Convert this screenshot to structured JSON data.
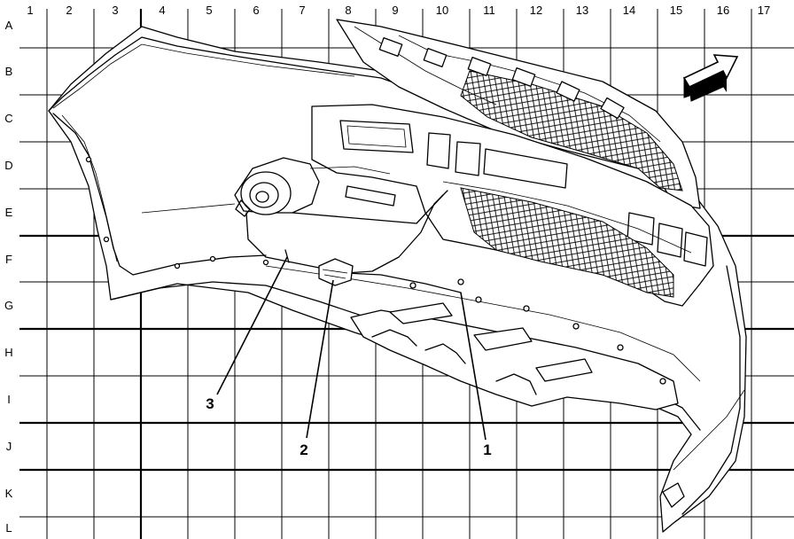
{
  "grid": {
    "columns": [
      "1",
      "2",
      "3",
      "4",
      "5",
      "6",
      "7",
      "8",
      "9",
      "10",
      "11",
      "12",
      "13",
      "14",
      "15",
      "16",
      "17"
    ],
    "rows": [
      "A",
      "B",
      "C",
      "D",
      "E",
      "F",
      "G",
      "H",
      "I",
      "J",
      "K",
      "L"
    ]
  },
  "callouts": [
    {
      "id": "1",
      "label": "1"
    },
    {
      "id": "2",
      "label": "2"
    },
    {
      "id": "3",
      "label": "3"
    }
  ],
  "direction_arrow_icon": "arrow-icon"
}
